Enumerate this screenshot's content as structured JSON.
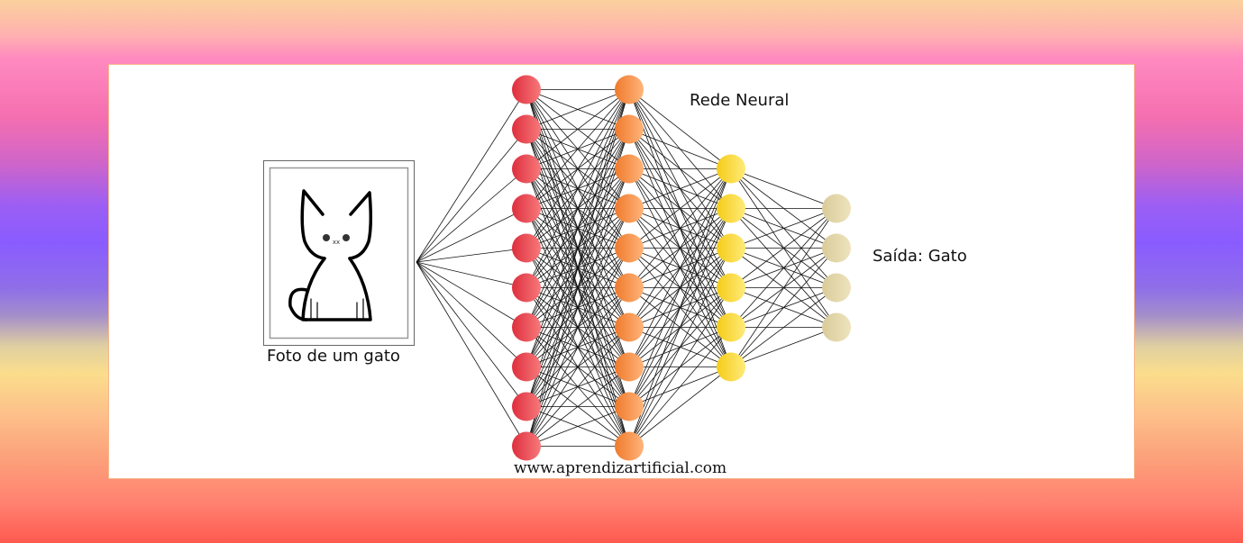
{
  "title": "Rede Neural",
  "input_label": "Foto de um gato",
  "output_label": "Saída: Gato",
  "watermark": "www.aprendizartificial.com",
  "layers": [
    {
      "nodes": 10,
      "colors": [
        "#de2e3e",
        "#f77a7a"
      ]
    },
    {
      "nodes": 10,
      "colors": [
        "#ef7a2c",
        "#ffb47a"
      ]
    },
    {
      "nodes": 6,
      "colors": [
        "#f4cc18",
        "#ffea78"
      ]
    },
    {
      "nodes": 4,
      "colors": [
        "#d9cb9a",
        "#eee3bd"
      ]
    }
  ]
}
